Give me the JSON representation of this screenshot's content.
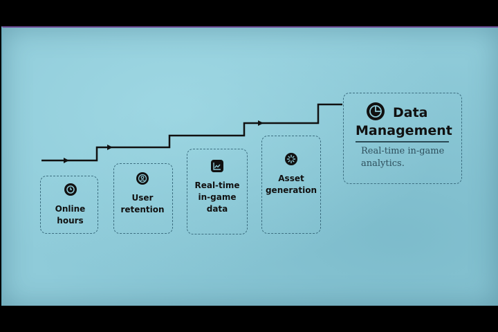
{
  "colors": {
    "panel": "#8fcbd9",
    "line": "#111111",
    "dash": "#3c6e80",
    "subtitle": "#2e4f5c"
  },
  "steps": [
    {
      "label": "Online\nhours",
      "icon": "clock-icon"
    },
    {
      "label": "User\nretention",
      "icon": "user-icon"
    },
    {
      "label": "Real-time\nin-game\ndata",
      "icon": "chart-icon"
    },
    {
      "label": "Asset\ngeneration",
      "icon": "loading-icon"
    }
  ],
  "final": {
    "title": "Data\nManagement",
    "icon": "pie-chart-icon",
    "subtitle": "Real-time in-game\nanalytics."
  }
}
